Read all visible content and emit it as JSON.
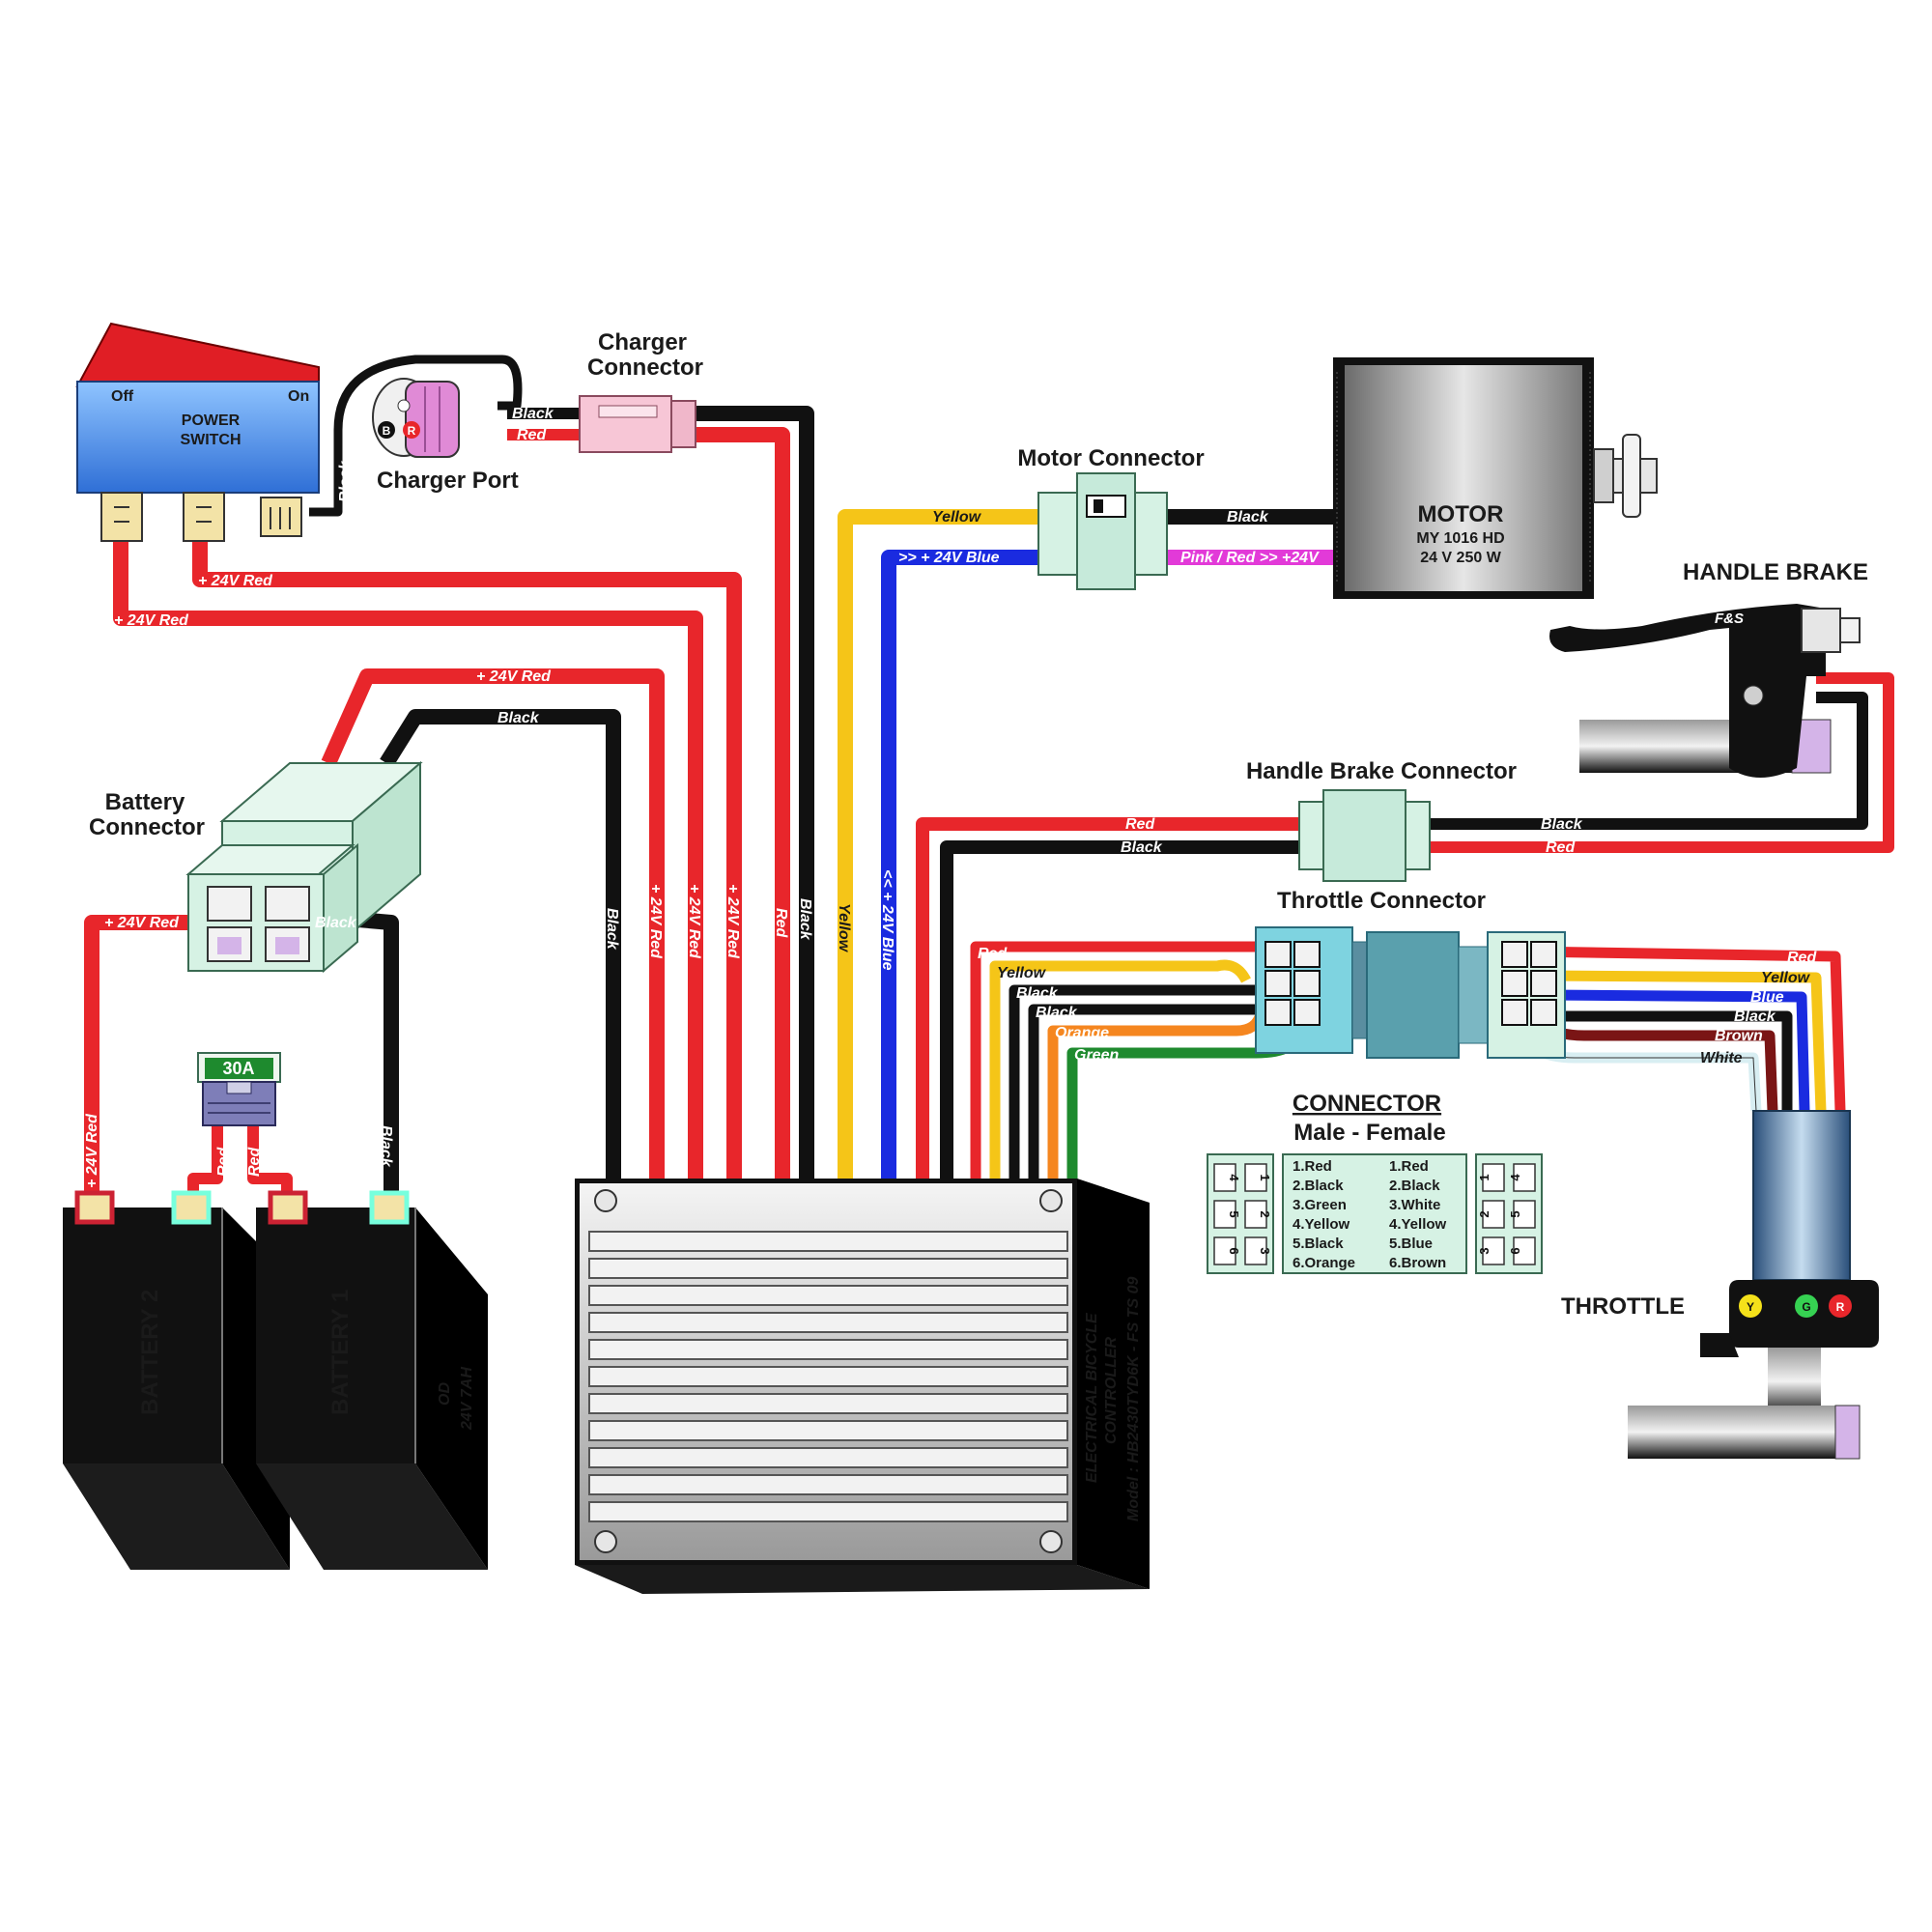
{
  "labels": {
    "power_switch_off": "Off",
    "power_switch_on": "On",
    "power_switch_line1": "POWER",
    "power_switch_line2": "SWITCH",
    "charger_port": "Charger Port",
    "charger_port_b": "B",
    "charger_port_r": "R",
    "charger_connector_line1": "Charger",
    "charger_connector_line2": "Connector",
    "motor_connector": "Motor Connector",
    "motor": "MOTOR",
    "motor_model": "MY 1016 HD",
    "motor_rating": "24 V 250 W",
    "handle_brake": "HANDLE BRAKE",
    "brake_brand": "F&S",
    "handle_brake_connector": "Handle Brake Connector",
    "throttle_connector": "Throttle Connector",
    "battery_connector_line1": "Battery",
    "battery_connector_line2": "Connector",
    "fuse": "30A",
    "battery2": "BATTERY 2",
    "battery1": "BATTERY 1",
    "battery_spec_line1": "OD",
    "battery_spec_line2": "24V 7AH",
    "controller_line1": "ELECTRICAL BICYCLE",
    "controller_line2": "CONTROLLER",
    "controller_model": "Model : HB2430TYD6K - FS TS 09",
    "connector_title": "CONNECTOR",
    "connector_subtitle": "Male  -  Female",
    "throttle": "THROTTLE",
    "throttle_buttons": [
      "Y",
      "G",
      "R"
    ]
  },
  "wire_labels": {
    "switch_black": "Black",
    "charger_black": "Black",
    "charger_red": "Red",
    "switch_24v_red_a": "+ 24V Red",
    "switch_24v_red_b": "+ 24V Red",
    "batt_conn_24v_red": "+ 24V Red",
    "batt_conn_black": "Black",
    "batt_left_red": "+ 24V Red",
    "batt_left_black": "Black",
    "batt2_red": "+ 24V Red",
    "batt1_black": "Black",
    "fuse_red_left": "Red",
    "fuse_red_right": "Red",
    "motor_yellow": "Yellow",
    "motor_blue": ">> + 24V Blue",
    "motor_black": "Black",
    "motor_pink": "Pink / Red >> +24V",
    "brake_red_left": "Red",
    "brake_black_left": "Black",
    "brake_black_right": "Black",
    "brake_red_right": "Red",
    "v_black1": "Black",
    "v_red1": "+ 24V Red",
    "v_red2": "+ 24V Red",
    "v_red3": "+ 24V Red",
    "v_red4": "Red",
    "v_black2": "Black",
    "v_yellow": "Yellow",
    "v_blue": "<< + 24V Blue",
    "thr_left": [
      "Red",
      "Yellow",
      "Black",
      "Black",
      "Orange",
      "Green"
    ],
    "thr_right": [
      "Red",
      "Yellow",
      "Blue",
      "Black",
      "Brown",
      "White"
    ]
  },
  "connector_table": {
    "male": [
      "1.Red",
      "2.Black",
      "3.Green",
      "4.Yellow",
      "5.Black",
      "6.Orange"
    ],
    "female": [
      "1.Red",
      "2.Black",
      "3.White",
      "4.Yellow",
      "5.Blue",
      "6.Brown"
    ],
    "male_pins": [
      "4",
      "1",
      "5",
      "2",
      "6",
      "3"
    ],
    "female_pins": [
      "1",
      "4",
      "2",
      "5",
      "3",
      "6"
    ]
  },
  "colors": {
    "red": "#e8262b",
    "black": "#111111",
    "yellow": "#f5c518",
    "blue": "#1a2be0",
    "pink": "#e23ad8",
    "orange": "#f5861f",
    "green": "#1e8a2e",
    "brown": "#7a1515",
    "white_wire": "#d8eef2",
    "connector_green": "#d6f2e4",
    "connector_pink": "#f7c6d6",
    "switch_red": "#e01e25",
    "switch_blue": "#4e8fe6"
  }
}
